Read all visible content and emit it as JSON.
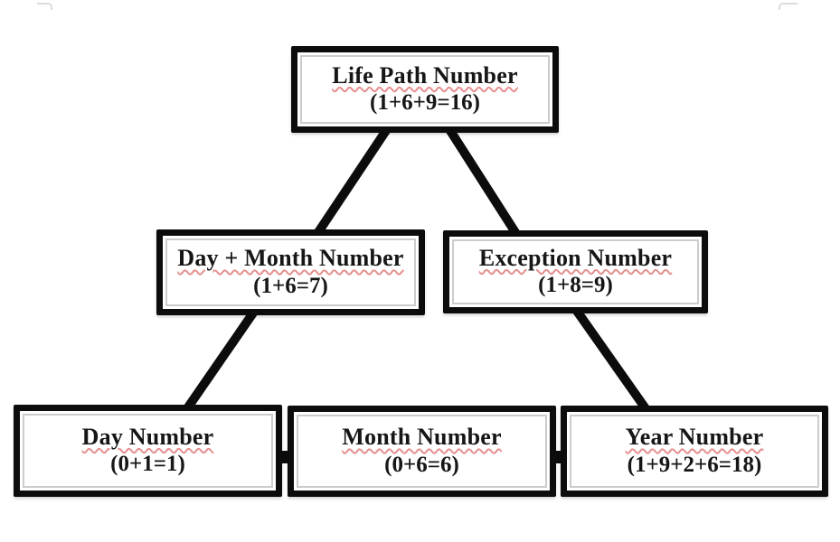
{
  "diagram": {
    "description": "Life Path Number calculation pyramid",
    "colors": {
      "background": "#ffffff",
      "box_fill": "#ffffff",
      "box_border": "#0c0c0c",
      "inner_border": "#cccccc",
      "text": "#161616",
      "connector": "#0c0c0c",
      "spellcheck_underline": "#e5908f",
      "crop_mark": "#dcdcdc"
    },
    "nodes": {
      "life_path": {
        "title": "Life Path Number",
        "formula": "(1+6+9=16)"
      },
      "day_month": {
        "title": "Day + Month Number",
        "formula": "(1+6=7)"
      },
      "exception": {
        "title": "Exception Number",
        "formula": "(1+8=9)"
      },
      "day": {
        "title": "Day Number",
        "formula": "(0+1=1)"
      },
      "month": {
        "title": "Month Number",
        "formula": "(0+6=6)"
      },
      "year": {
        "title": "Year Number",
        "formula": "(1+9+2+6=18)"
      }
    },
    "edges": [
      {
        "from": "Life Path Number",
        "to": "Day + Month Number",
        "style": "thick-diagonal"
      },
      {
        "from": "Life Path Number",
        "to": "Exception Number",
        "style": "thick-diagonal"
      },
      {
        "from": "Day + Month Number",
        "to": "Day Number",
        "style": "thick-diagonal"
      },
      {
        "from": "Exception Number",
        "to": "Year Number",
        "style": "thick-diagonal"
      },
      {
        "from": "Day Number",
        "to": "Month Number",
        "style": "stub"
      },
      {
        "from": "Month Number",
        "to": "Year Number",
        "style": "stub"
      }
    ]
  }
}
